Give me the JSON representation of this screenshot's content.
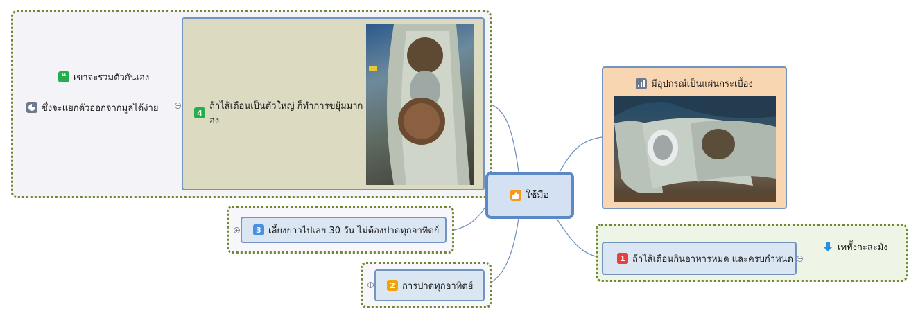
{
  "central": {
    "label": "ใช้มือ",
    "icon": "thumbs-up-icon",
    "color": "#f39a1b"
  },
  "branch4": {
    "number": "4",
    "number_color": "#21b04b",
    "label": "ถ้าไส้เดือนเป็นตัวใหญ่ ก็ทำการขยุ้มมากอง",
    "children": [
      {
        "icon": "quote-icon",
        "label": "เขาจะรวมตัวกันเอง"
      },
      {
        "icon": "pie-chart-icon",
        "label": "ซึ่งจะแยกตัวออกจากมูลได้ง่าย"
      }
    ]
  },
  "branch3": {
    "number": "3",
    "number_color": "#4a8fe0",
    "label": "เลี้ยงยาวไปเลย 30 วัน ไม่ต้องปาดทุกอาทิตย์"
  },
  "branch2": {
    "number": "2",
    "number_color": "#f0a30a",
    "label": "การปาดทุกอาทิตย์"
  },
  "note": {
    "icon": "bar-chart-icon",
    "label": "มีอุปกรณ์เป็นแผ่นกระเบื้อง"
  },
  "branch1": {
    "number": "1",
    "number_color": "#e64040",
    "label": "ถ้าไส้เดือนกินอาหารหมด และครบกำหนด",
    "child": {
      "icon": "arrow-down-icon",
      "label": "เททั้งกะละมัง"
    }
  }
}
